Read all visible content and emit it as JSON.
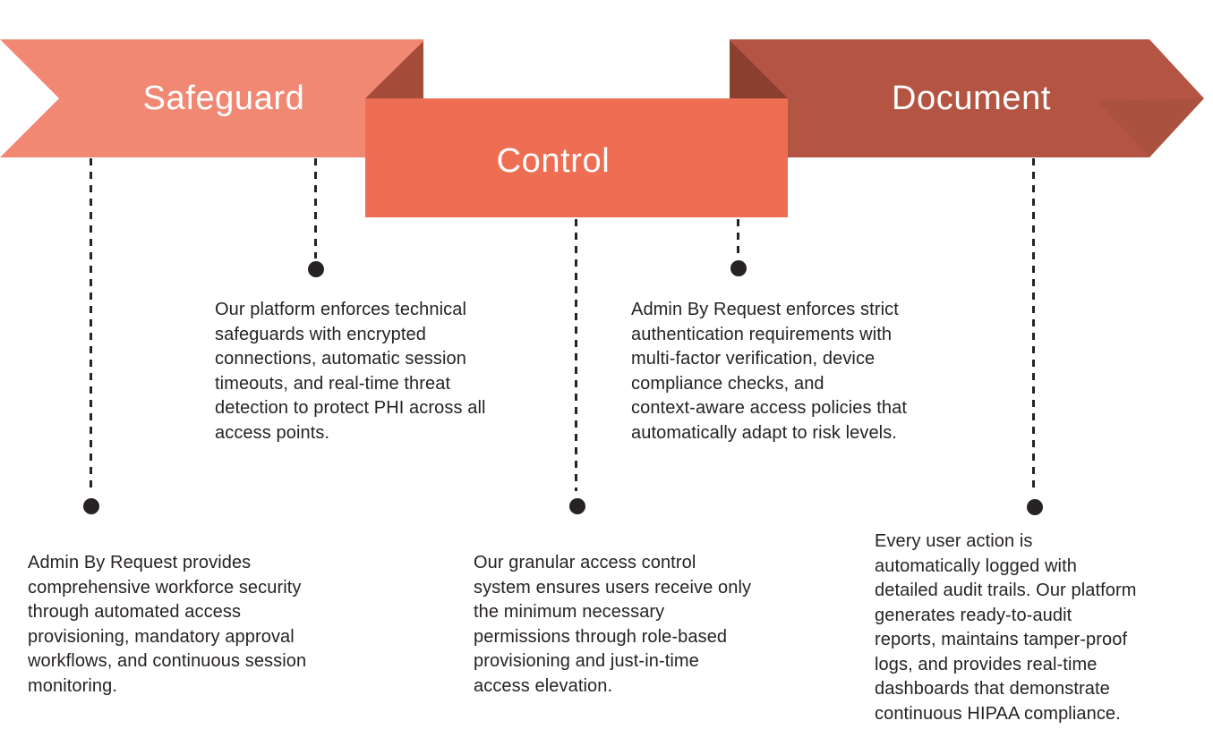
{
  "colors": {
    "background": "#ffffff",
    "safeguard_ribbon": "#F08873",
    "control_ribbon": "#ED6E53",
    "document_ribbon": "#B35542",
    "fold_shadow_left": "#A54C3B",
    "fold_shadow_right": "#8A3F2F",
    "arrow_shade": "rgba(0,0,0,0.045)",
    "label_text": "#FFFFFF",
    "body_text": "#272223",
    "connector": "#272223"
  },
  "banners": [
    {
      "id": "safeguard",
      "label": "Safeguard"
    },
    {
      "id": "control",
      "label": "Control"
    },
    {
      "id": "document",
      "label": "Document"
    }
  ],
  "notes": [
    {
      "id": "safeguard-technical",
      "lines": [
        "Our platform enforces technical",
        "safeguards with encrypted",
        "connections, automatic session",
        "timeouts, and real-time threat",
        "detection to protect PHI across all",
        "access points."
      ]
    },
    {
      "id": "control-authentication",
      "lines": [
        "Admin By Request enforces strict",
        "authentication requirements with",
        "multi-factor verification, device",
        "compliance checks, and",
        "context-aware access policies that",
        "automatically adapt to risk levels."
      ]
    },
    {
      "id": "safeguard-workforce",
      "lines": [
        "Admin By Request provides",
        "comprehensive workforce security",
        "through automated access",
        "provisioning, mandatory approval",
        "workflows, and continuous session",
        "monitoring."
      ]
    },
    {
      "id": "control-granular-access",
      "lines": [
        "Our granular access control",
        "system ensures users receive only",
        "the minimum necessary",
        "permissions through role-based",
        "provisioning and just-in-time",
        "access elevation."
      ]
    },
    {
      "id": "document-audit",
      "lines": [
        "Every user action is",
        "automatically logged with",
        "detailed audit trails. Our platform",
        "generates ready-to-audit",
        "reports, maintains tamper-proof",
        "logs, and provides real-time",
        "dashboards that demonstrate",
        "continuous HIPAA compliance."
      ]
    }
  ]
}
